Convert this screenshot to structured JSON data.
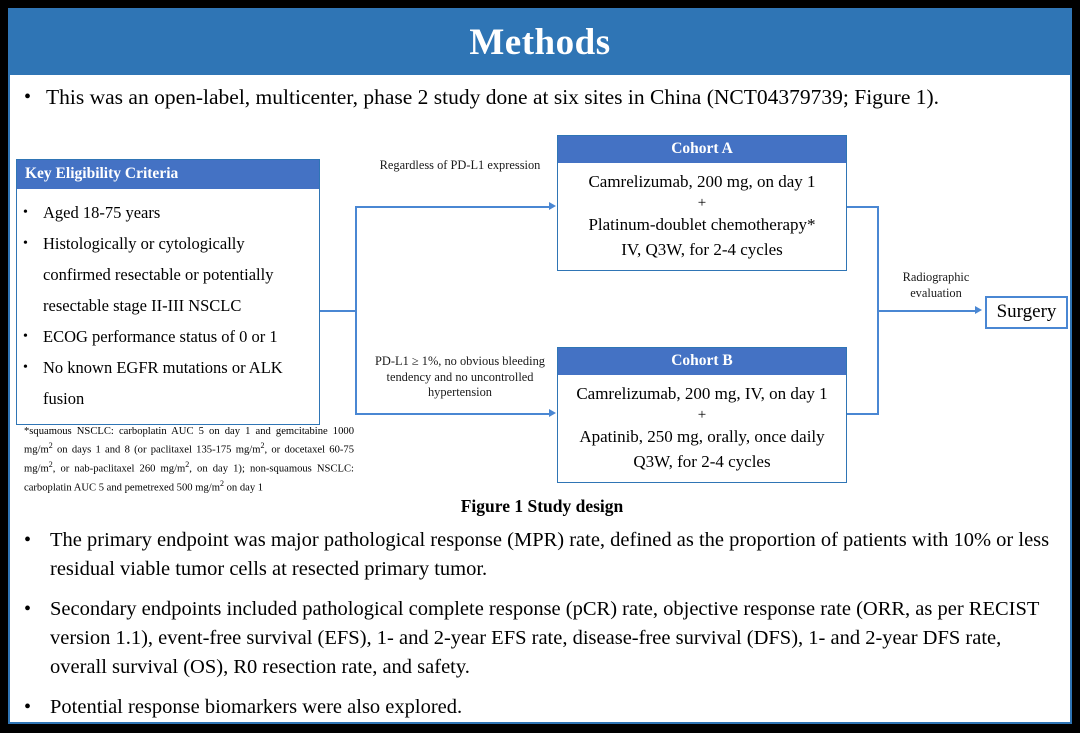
{
  "slide": {
    "title": "Methods",
    "intro_bullet": "This was an open-label, multicenter, phase 2 study done at six sites in China (NCT04379739; Figure 1).",
    "bullet_glyph": "•",
    "caption": "Figure 1 Study design",
    "colors": {
      "title_bar_blue": "#2F75B5",
      "box_header_blue": "#4472C4",
      "line_blue": "#4A87D3",
      "frame_black": "#000000"
    }
  },
  "eligibility": {
    "header": "Key  Eligibility Criteria",
    "items": [
      "Aged 18-75 years",
      "Histologically or cytologically confirmed resectable or potentially resectable stage II-III  NSCLC",
      "ECOG performance status of 0 or 1",
      "No known EGFR mutations or ALK fusion"
    ]
  },
  "footnote": {
    "line1": "*squamous NSCLC: carboplatin AUC 5 on day 1 and gemcitabine 1000 mg/m",
    "sup1": "2",
    "line1b": " on days 1 and 8 (or paclitaxel 135-175  mg/m",
    "sup2": "2",
    "line2b": ", or docetaxel 60-75 mg/m",
    "sup3": "2",
    "line3b": ", or nab-paclitaxel 260 mg/m",
    "sup4": "2",
    "line4b": ", on day 1); non-squamous NSCLC: carboplatin AUC 5 and pemetrexed 500 mg/m",
    "sup5": "2",
    "line5b": " on day 1"
  },
  "connectors": {
    "regardless_label": "Regardless  of PD-L1 expression",
    "pdl1_label": "PD-L1 ≥ 1%, no obvious bleeding tendency and no uncontrolled  hypertension",
    "radiographic_label": "Radiographic evaluation"
  },
  "cohort_a": {
    "header": "Cohort A",
    "line1": "Camrelizumab, 200 mg, on day 1",
    "plus": "+",
    "line2": "Platinum-doublet chemotherapy*",
    "line3": "IV, Q3W, for 2-4 cycles"
  },
  "cohort_b": {
    "header": "Cohort B",
    "line1": "Camrelizumab, 200 mg, IV, on day 1",
    "plus": "+",
    "line2": "Apatinib, 250 mg, orally, once daily",
    "line3": "Q3W, for 2-4 cycles"
  },
  "surgery": {
    "label": "Surgery"
  },
  "bottom_bullets": [
    "The primary endpoint was major pathological response (MPR) rate, defined as the proportion of patients with 10% or less residual viable tumor cells at resected primary tumor.",
    "Secondary endpoints included pathological complete response (pCR) rate, objective response rate (ORR, as per RECIST version 1.1), event-free survival (EFS), 1- and 2-year EFS rate, disease-free survival (DFS), 1- and 2-year DFS rate, overall survival (OS), R0 resection rate, and safety.",
    "Potential response biomarkers were also explored."
  ]
}
